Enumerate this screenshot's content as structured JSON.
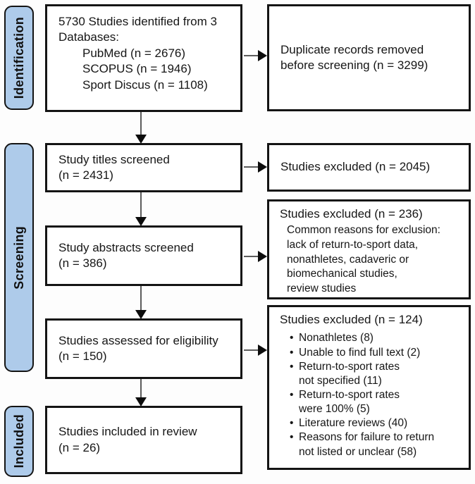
{
  "ui": {
    "bullet_glyph": "•"
  },
  "stages": {
    "identification": "Identification",
    "screening": "Screening",
    "included": "Included"
  },
  "flow": {
    "identified": {
      "intro": "5730 Studies identified from 3\nDatabases:",
      "sources": [
        "PubMed (n = 2676)",
        "SCOPUS (n = 1946)",
        "Sport Discus (n = 1108)"
      ]
    },
    "titles_screened": {
      "text": "Study titles screened\n(n = 2431)"
    },
    "abstracts_screened": {
      "text": "Study abstracts screened\n(n = 386)"
    },
    "eligibility_assessed": {
      "text": "Studies assessed for eligibility\n(n = 150)"
    },
    "included_review": {
      "text": "Studies included in review\n(n = 26)"
    }
  },
  "exclusions": {
    "duplicates": {
      "text": "Duplicate records removed\nbefore screening (n = 3299)"
    },
    "titles": {
      "title": "Studies excluded (n = 2045)"
    },
    "abstracts": {
      "title": "Studies excluded (n = 236)",
      "reasons": "Common reasons for exclusion:\nlack of return-to-sport data,\nnonathletes, cadaveric or\nbiomechanical studies,\nreview studies"
    },
    "fulltext": {
      "title": "Studies excluded (n = 124)",
      "bullets": [
        "Nonathletes (8)",
        "Unable to find full text (2)",
        "Return-to-sport rates\nnot specified (11)",
        "Return-to-sport rates\nwere 100% (5)",
        "Literature reviews (40)",
        "Reasons for failure to return\nnot listed or unclear (58)"
      ]
    }
  },
  "colors": {
    "stage_fill": "#aecbea",
    "box_border": "#141414",
    "arrow_line": "#5c5c5c",
    "arrow_head": "#0c0c0c"
  }
}
